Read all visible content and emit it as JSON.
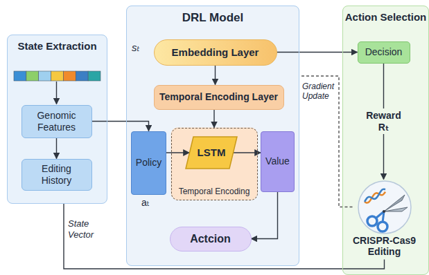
{
  "diagram": {
    "nodes": [
      {
        "text": [
          "State Extraction"
        ]
      },
      {
        "text": [
          "Genomic Features"
        ],
        "in": 0
      },
      {
        "text": [
          "Editing History"
        ],
        "in": 0
      },
      {
        "text": [
          "DRL Model"
        ]
      },
      {
        "text": [
          "Embedding Layer"
        ],
        "in": 3
      },
      {
        "text": [
          "Temporal Encoding Layer"
        ],
        "in": 3
      },
      {
        "text": [
          "Policy"
        ],
        "in": 3
      },
      {
        "text": [
          "Temporal Encoding"
        ],
        "in": 3
      },
      {
        "text": [
          "LSTM"
        ],
        "in": 7
      },
      {
        "text": [
          "Value"
        ],
        "in": 3
      },
      {
        "text": [
          "Actcion"
        ],
        "in": 3
      },
      {
        "text": [
          "Action Selection"
        ]
      },
      {
        "text": [
          "Decision"
        ],
        "in": 11
      },
      {
        "text": [
          "CRISPR-Cas9 Editing"
        ],
        "in": 11
      }
    ],
    "edges": [
      {
        "from": 1,
        "to": 2,
        "arrow": "to"
      },
      {
        "from": 1,
        "to": 6,
        "arrow": "to"
      },
      {
        "from": 4,
        "to": 5,
        "arrow": "to"
      },
      {
        "from": 5,
        "to": 7,
        "arrow": "to"
      },
      {
        "from": 4,
        "to": 12,
        "arrow": "to"
      },
      {
        "from": 6,
        "to": 8,
        "arrow": "to"
      },
      {
        "from": 8,
        "to": 9,
        "arrow": "to"
      },
      {
        "from": 9,
        "to": 10,
        "arrow": "to"
      },
      {
        "from": 12,
        "to": 13,
        "label": "Reward Rₜ",
        "arrow": "to"
      },
      {
        "from": 13,
        "to": 3,
        "arrow": "none"
      },
      {
        "from": 0,
        "to": 13,
        "arrow": "none"
      }
    ],
    "labels": [
      "sₜ",
      "aₜ",
      "Gradient Update",
      "State Vector"
    ]
  }
}
